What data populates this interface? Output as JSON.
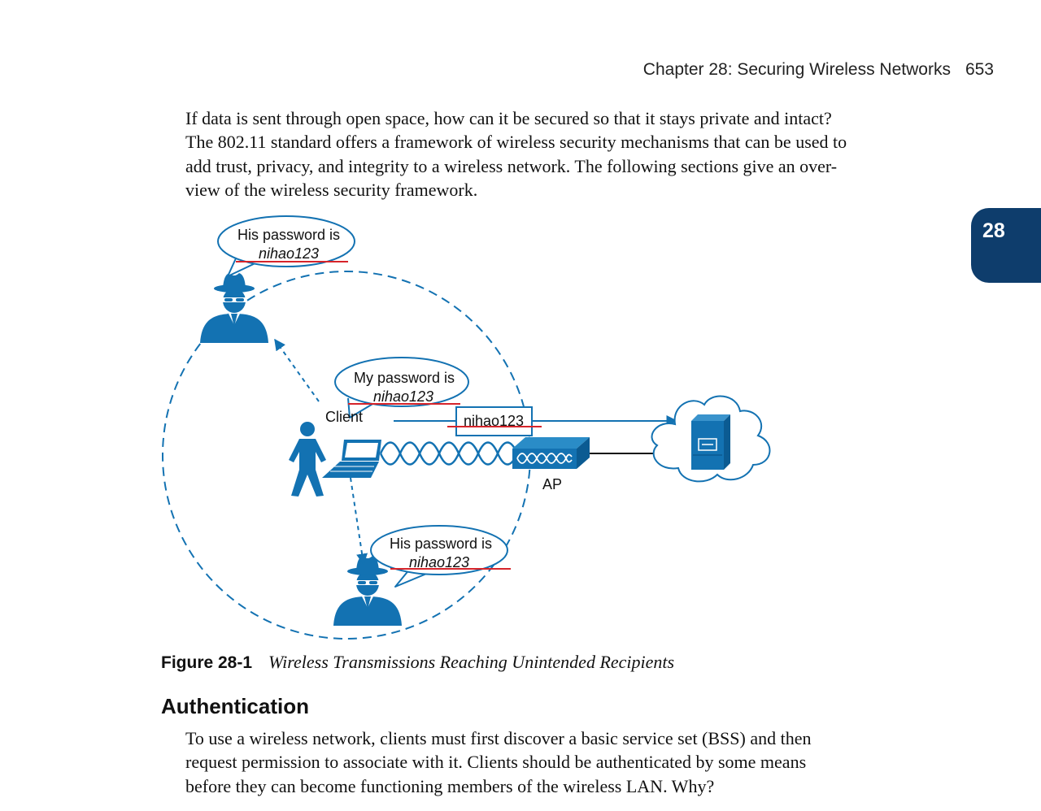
{
  "header": {
    "chapter_title": "Chapter 28: Securing Wireless Networks",
    "page_number": "653"
  },
  "chapter_tab": "28",
  "intro_paragraph": {
    "lines": [
      "If data is sent through open space, how can it be secured so that it stays private and intact?",
      "The 802.11 standard offers a framework of wireless security mechanisms that can be used to",
      "add trust, privacy, and integrity to a wireless network. The following sections give an over-",
      "view of the wireless security framework."
    ]
  },
  "figure": {
    "top_bubble": {
      "line1": "His password is",
      "line2": "nihao123"
    },
    "client_bubble": {
      "line1": "My password is",
      "line2": "nihao123"
    },
    "bottom_bubble": {
      "line1": "His password is",
      "line2": "nihao123"
    },
    "client_label": "Client",
    "packet_label": "nihao123",
    "ap_label": "AP",
    "colors": {
      "icon_blue": "#1372b2",
      "strike_red": "#d6242a",
      "link_black": "#111111"
    },
    "icons": [
      "eavesdropper-icon",
      "eavesdropper-icon",
      "person-icon",
      "laptop-icon",
      "access-point-icon",
      "cloud-icon",
      "server-icon"
    ]
  },
  "caption": {
    "label": "Figure 28-1",
    "text": "Wireless Transmissions Reaching Unintended Recipients"
  },
  "section": {
    "heading": "Authentication"
  },
  "auth_paragraph": {
    "lines": [
      "To use a wireless network, clients must first discover a basic service set (BSS) and then",
      "request permission to associate with it. Clients should be authenticated by some means",
      "before they can become functioning members of the wireless LAN. Why?"
    ]
  }
}
